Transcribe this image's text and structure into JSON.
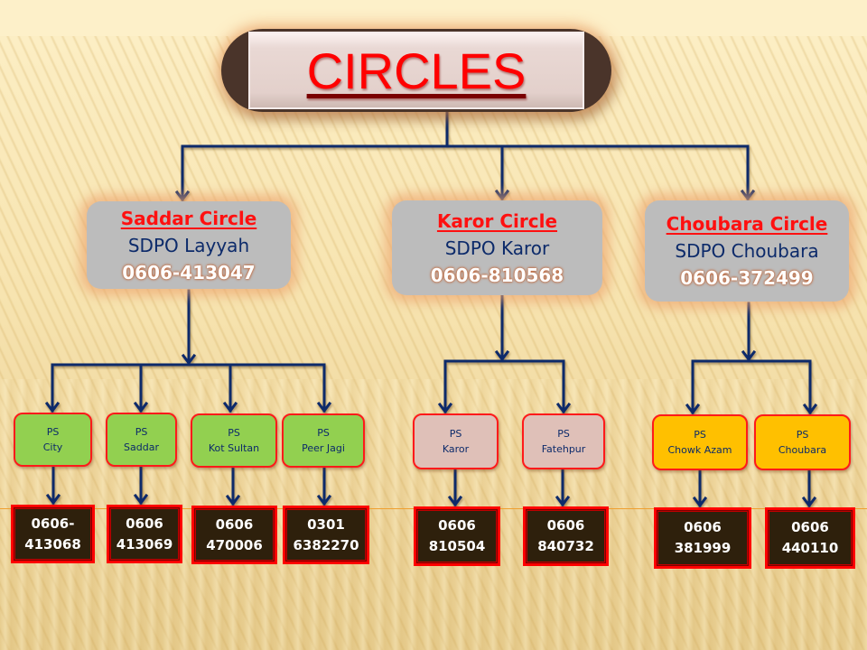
{
  "title": "CIRCLES",
  "colors": {
    "connector": "#0c2a6a",
    "circle_name": "#ff1010",
    "ps_border": "#ff1a1a",
    "ps_green": "#92d050",
    "ps_pink": "#dfc0b8",
    "ps_yellow": "#ffc000",
    "phone_border": "#ff0000",
    "phone_fill": "#2e200c"
  },
  "circles": [
    {
      "name": "Saddar Circle",
      "sdpo": "SDPO Layyah",
      "phone": "0606-413047",
      "stations": [
        {
          "prefix": "PS",
          "name": "City",
          "phone_line1": "0606-",
          "phone_line2": "413068"
        },
        {
          "prefix": "PS",
          "name": "Saddar",
          "phone_line1": "0606",
          "phone_line2": "413069"
        },
        {
          "prefix": "PS",
          "name": "Kot Sultan",
          "phone_line1": "0606",
          "phone_line2": "470006"
        },
        {
          "prefix": "PS",
          "name": "Peer Jagi",
          "phone_line1": "0301",
          "phone_line2": "6382270"
        }
      ]
    },
    {
      "name": "Karor Circle",
      "sdpo": "SDPO Karor",
      "phone": "0606-810568",
      "stations": [
        {
          "prefix": "PS",
          "name": "Karor",
          "phone_line1": "0606",
          "phone_line2": "810504"
        },
        {
          "prefix": "PS",
          "name": "Fatehpur",
          "phone_line1": "0606",
          "phone_line2": "840732"
        }
      ]
    },
    {
      "name": "Choubara Circle",
      "sdpo": "SDPO Choubara",
      "phone": "0606-372499",
      "stations": [
        {
          "prefix": "PS",
          "name": "Chowk Azam",
          "phone_line1": "0606",
          "phone_line2": "381999"
        },
        {
          "prefix": "PS",
          "name": "Choubara",
          "phone_line1": "0606",
          "phone_line2": "440110"
        }
      ]
    }
  ]
}
